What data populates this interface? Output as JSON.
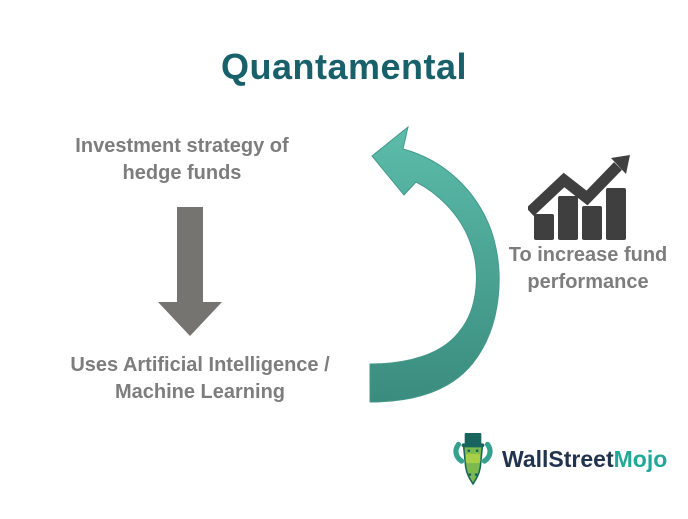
{
  "title": "Quantamental",
  "flow": {
    "step1": {
      "line1": "Investment strategy of",
      "line2": "hedge funds"
    },
    "step2": {
      "line1": "Uses Artificial Intelligence /",
      "line2": "Machine Learning"
    },
    "outcome": {
      "line1": "To increase fund",
      "line2": "performance"
    }
  },
  "logo": {
    "brand_primary": "WallStreet",
    "brand_secondary": "Mojo"
  },
  "icons": {
    "down_arrow": "down-arrow",
    "curved_arrow": "curved-cycle-arrow",
    "growth_chart": "growth-chart-icon",
    "bull_mascot": "bull-mascot-icon"
  },
  "colors": {
    "title": "#18606a",
    "body_text": "#7d7d7d",
    "down_arrow": "#757471",
    "curve_gradient_top": "#5cbcaa",
    "curve_gradient_bottom": "#3a8c7e",
    "chart_icon": "#3f3f3f",
    "logo_primary": "#22334e",
    "logo_secondary": "#21a897"
  }
}
